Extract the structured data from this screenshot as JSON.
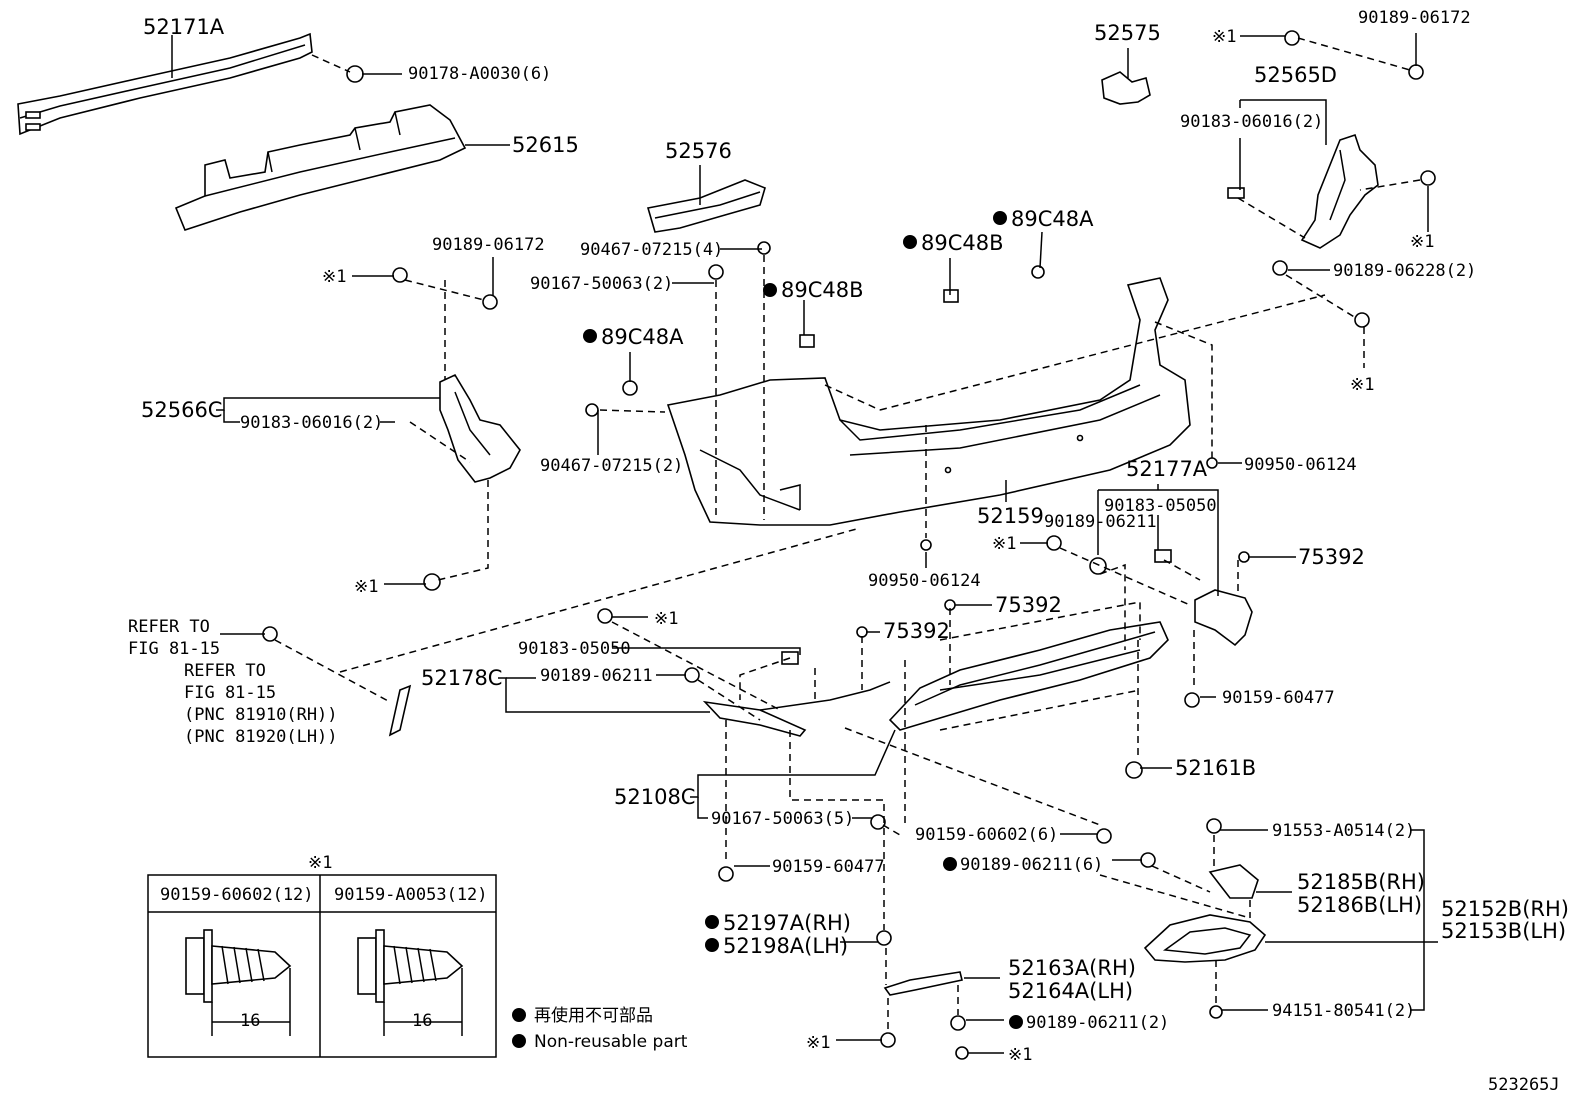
{
  "diagram": {
    "drawing_code": "523265J",
    "parts": [
      {
        "id": "p1",
        "text": "52171A"
      },
      {
        "id": "p2",
        "text": "90178-A0030(6)"
      },
      {
        "id": "p3",
        "text": "52615"
      },
      {
        "id": "p4",
        "text": "52576"
      },
      {
        "id": "p5",
        "text": "90467-07215(4)"
      },
      {
        "id": "p6",
        "text": "90167-50063(2)"
      },
      {
        "id": "p7",
        "text": "89C48B"
      },
      {
        "id": "p8",
        "text": "89C48A"
      },
      {
        "id": "p9",
        "text": "90467-07215(2)"
      },
      {
        "id": "p10",
        "text": "89C48B"
      },
      {
        "id": "p11",
        "text": "89C48A"
      },
      {
        "id": "p12",
        "text": "52575"
      },
      {
        "id": "p13",
        "text": "90189-06172"
      },
      {
        "id": "p14",
        "text": "52565D"
      },
      {
        "id": "p15",
        "text": "90183-06016(2)"
      },
      {
        "id": "p16",
        "text": "90189-06228(2)"
      },
      {
        "id": "p17",
        "text": "90189-06172"
      },
      {
        "id": "p18",
        "text": "52566C"
      },
      {
        "id": "p19",
        "text": "90183-06016(2)"
      },
      {
        "id": "p20",
        "text": "90950-06124"
      },
      {
        "id": "p21",
        "text": "52177A"
      },
      {
        "id": "p22",
        "text": "90183-05050"
      },
      {
        "id": "p23",
        "text": "90189-06211"
      },
      {
        "id": "p24",
        "text": "52159"
      },
      {
        "id": "p25",
        "text": "75392"
      },
      {
        "id": "p26",
        "text": "90950-06124"
      },
      {
        "id": "p27",
        "text": "75392"
      },
      {
        "id": "p28",
        "text": "75392"
      },
      {
        "id": "p29",
        "text": "90183-05050"
      },
      {
        "id": "p30",
        "text": "52178C"
      },
      {
        "id": "p31",
        "text": "90189-06211"
      },
      {
        "id": "p32",
        "text": "90159-60477"
      },
      {
        "id": "p33",
        "text": "52161B"
      },
      {
        "id": "p34",
        "text": "52108C"
      },
      {
        "id": "p35",
        "text": "90167-50063(5)"
      },
      {
        "id": "p36",
        "text": "90159-60602(6)"
      },
      {
        "id": "p37",
        "text": "90189-06211(6)"
      },
      {
        "id": "p38",
        "text": "91553-A0514(2)"
      },
      {
        "id": "p39",
        "text": "52185B(RH)"
      },
      {
        "id": "p40",
        "text": "52186B(LH)"
      },
      {
        "id": "p41",
        "text": "52152B(RH)"
      },
      {
        "id": "p42",
        "text": "52153B(LH)"
      },
      {
        "id": "p43",
        "text": "90159-60477"
      },
      {
        "id": "p44",
        "text": "52197A(RH)"
      },
      {
        "id": "p45",
        "text": "52198A(LH)"
      },
      {
        "id": "p46",
        "text": "52163A(RH)"
      },
      {
        "id": "p47",
        "text": "52164A(LH)"
      },
      {
        "id": "p48",
        "text": "90189-06211(2)"
      },
      {
        "id": "p49",
        "text": "94151-80541(2)"
      }
    ],
    "notes": [
      {
        "id": "n1",
        "text": "REFER TO"
      },
      {
        "id": "n2",
        "text": "FIG 81-15"
      },
      {
        "id": "n3",
        "text": "REFER TO"
      },
      {
        "id": "n4",
        "text": "FIG 81-15"
      },
      {
        "id": "n5",
        "text": "(PNC 81910(RH))"
      },
      {
        "id": "n6",
        "text": "(PNC 81920(LH))"
      }
    ],
    "mark": "※1",
    "inset": {
      "title": "※1",
      "columns": [
        "90159-60602(12)",
        "90159-A0053(12)"
      ],
      "dimension": "16"
    },
    "legend": [
      {
        "text": "再使用不可部品"
      },
      {
        "text": "Non-reusable part"
      }
    ]
  }
}
